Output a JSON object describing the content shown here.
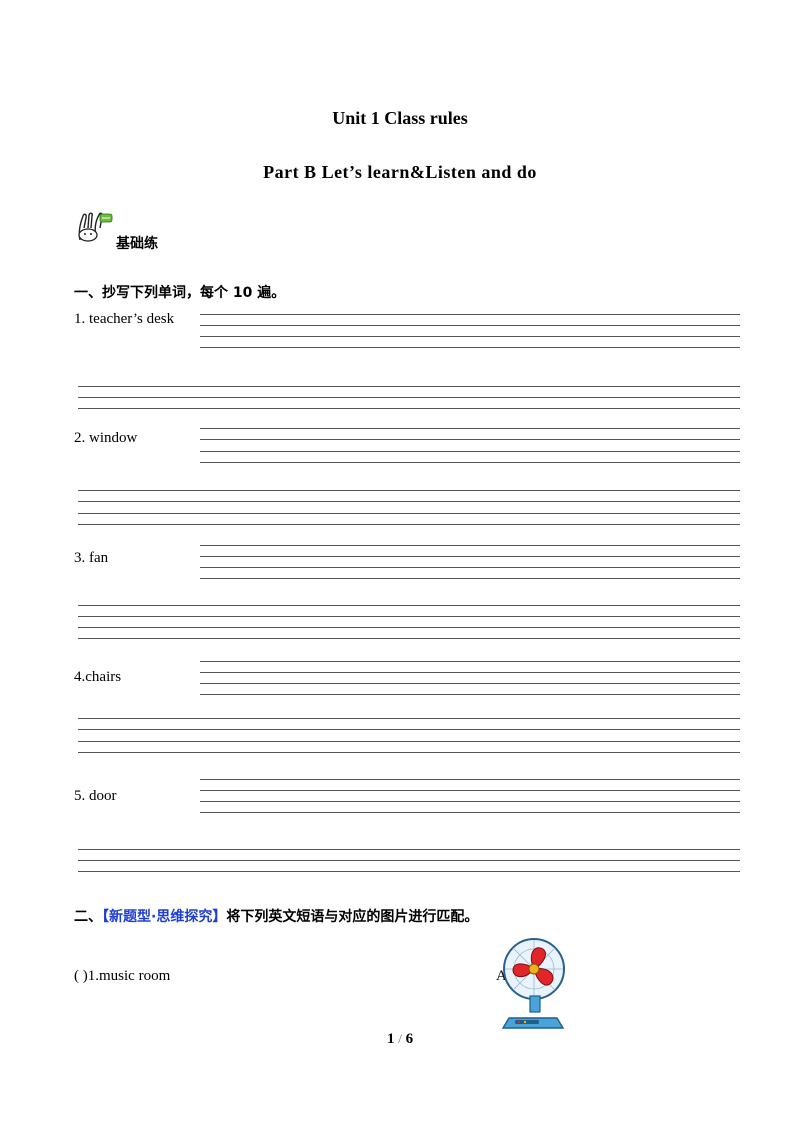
{
  "header": {
    "title": "Unit 1  Class  rules",
    "subtitle": "Part  B  Let’s  learn&Listen  and  do"
  },
  "badge": {
    "label": "基础练",
    "icon": "bunny-mascot-icon"
  },
  "section1": {
    "heading": "一、抄写下列单词，每个 10 遍。",
    "words": [
      "1.  teacher’s  desk",
      "2.  window",
      "3.  fan",
      "4.chairs",
      "5.  door"
    ]
  },
  "section2": {
    "prefix": "二、",
    "tag": "【新题型·思维探究】",
    "instruction": "将下列英文短语与对应的图片进行匹配。",
    "items": [
      {
        "paren": "(        )1.music  room",
        "option": "A",
        "image": "electric-fan-icon"
      }
    ]
  },
  "footer": {
    "page": "1",
    "sep": "/",
    "total": "6"
  }
}
